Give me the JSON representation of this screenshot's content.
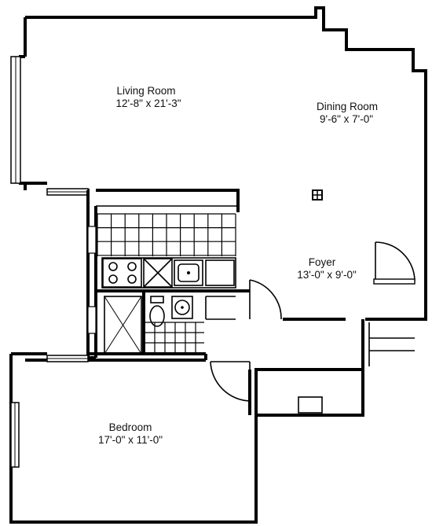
{
  "rooms": {
    "living": {
      "name": "Living Room",
      "dims": "12'-8\" x 21'-3\""
    },
    "dining": {
      "name": "Dining Room",
      "dims": "9'-6\" x 7'-0\""
    },
    "foyer": {
      "name": "Foyer",
      "dims": "13'-0\" x 9'-0\""
    },
    "bedroom": {
      "name": "Bedroom",
      "dims": "17'-0\" x 11'-0\""
    }
  }
}
